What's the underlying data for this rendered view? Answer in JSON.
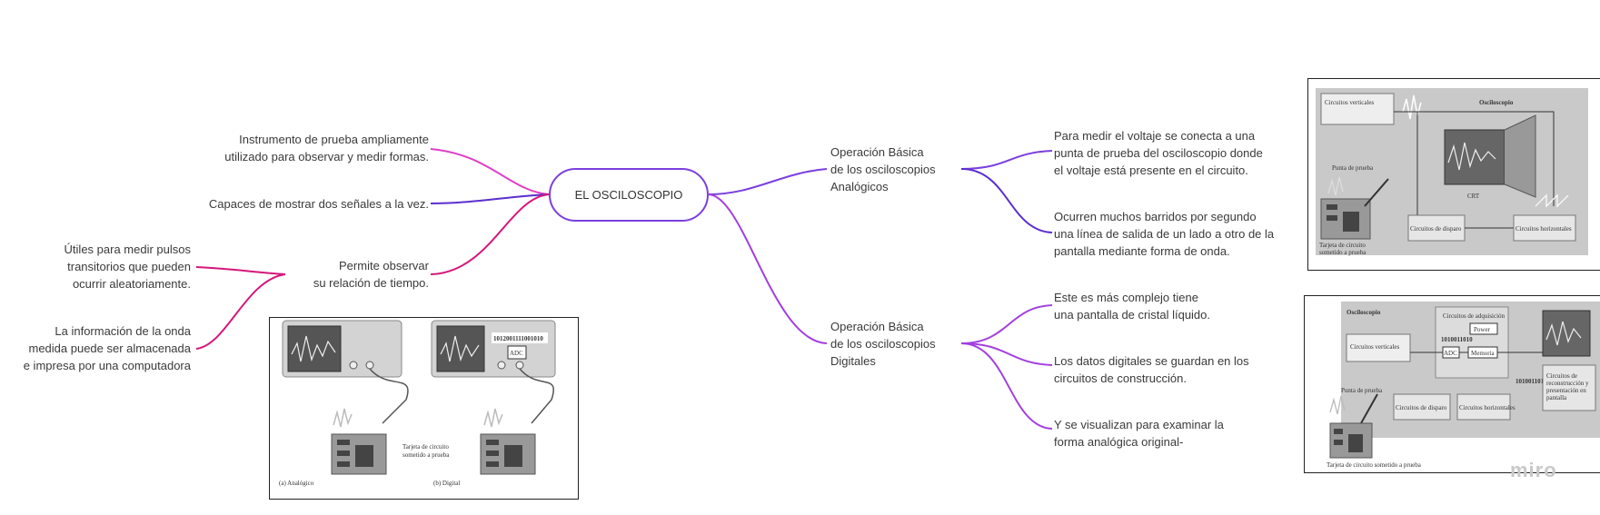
{
  "root": {
    "label": "EL OSCILOSCOPIO"
  },
  "left_nodes": [
    {
      "lines": [
        "Instrumento de prueba ampliamente",
        "utilizado para observar y medir formas."
      ]
    },
    {
      "lines": [
        "Capaces de mostrar dos señales a la vez."
      ]
    },
    {
      "lines": [
        "Permite observar",
        "su relación de tiempo."
      ]
    }
  ],
  "left_sub_nodes": [
    {
      "lines": [
        "Útiles para medir pulsos",
        "transitorios que pueden",
        "ocurrir aleatoriamente."
      ]
    },
    {
      "lines": [
        "La información de la onda",
        "medida puede ser almacenada",
        "e impresa por una computadora"
      ]
    }
  ],
  "right_branches": [
    {
      "lines": [
        "Operación Básica",
        "de los osciloscopios",
        "Analógicos"
      ],
      "children": [
        {
          "lines": [
            "Para medir el voltaje se conecta a una",
            "punta de prueba del osciloscopio donde",
            "el voltaje está presente en el circuito."
          ]
        },
        {
          "lines": [
            "Ocurren muchos barridos por segundo",
            "una línea de salida de un lado a otro de la",
            "pantalla mediante forma de onda."
          ]
        }
      ]
    },
    {
      "lines": [
        "Operación Básica",
        "de los osciloscopios",
        "Digitales"
      ],
      "children": [
        {
          "lines": [
            "Este es más complejo tiene",
            "una pantalla de cristal líquido."
          ]
        },
        {
          "lines": [
            "Los datos digitales se guardan en los",
            "circuitos de construcción."
          ]
        },
        {
          "lines": [
            "Y se visualizan para examinar la",
            "forma analógica original-"
          ]
        }
      ]
    }
  ],
  "figures": {
    "bottom": {
      "digital_code": "1012001111001010",
      "adc": "ADC",
      "caption_a": "(a) Analógico",
      "caption_b": "(b) Digital",
      "card_label": [
        "Tarjeta de circuito",
        "sometido a prueba"
      ]
    },
    "analog": {
      "title": "Osciloscopio",
      "vertical": "Circuitos verticales",
      "probe": "Punta de prueba",
      "crt": "CRT",
      "trigger": "Circuitos de disparo",
      "horizontal": "Circuitos horizontales",
      "card": [
        "Tarjeta de circuito",
        "sometido a prueba"
      ]
    },
    "digital": {
      "title": "Osciloscopio",
      "acquisition": "Circuitos de adquisición",
      "power": "Power",
      "code1": "1010011010",
      "code2": "1010011010",
      "vertical": "Circuitos verticales",
      "adc": "ADC",
      "memory": "Memoria",
      "reconstruction": [
        "Circuitos de",
        "reconstrucción y",
        "presentación en",
        "pantalla"
      ],
      "probe": "Punta de prueba",
      "trigger": "Circuitos de disparo",
      "horizontal": "Circuitos horizontales",
      "card": "Tarjeta de circuito sometido a prueba"
    }
  },
  "watermark": "miro",
  "colors": {
    "pink": "#e040c8",
    "purple": "#7b3fe0",
    "violet": "#a23fe0",
    "magenta": "#d6167a",
    "blue_violet": "#5a2fd0"
  }
}
